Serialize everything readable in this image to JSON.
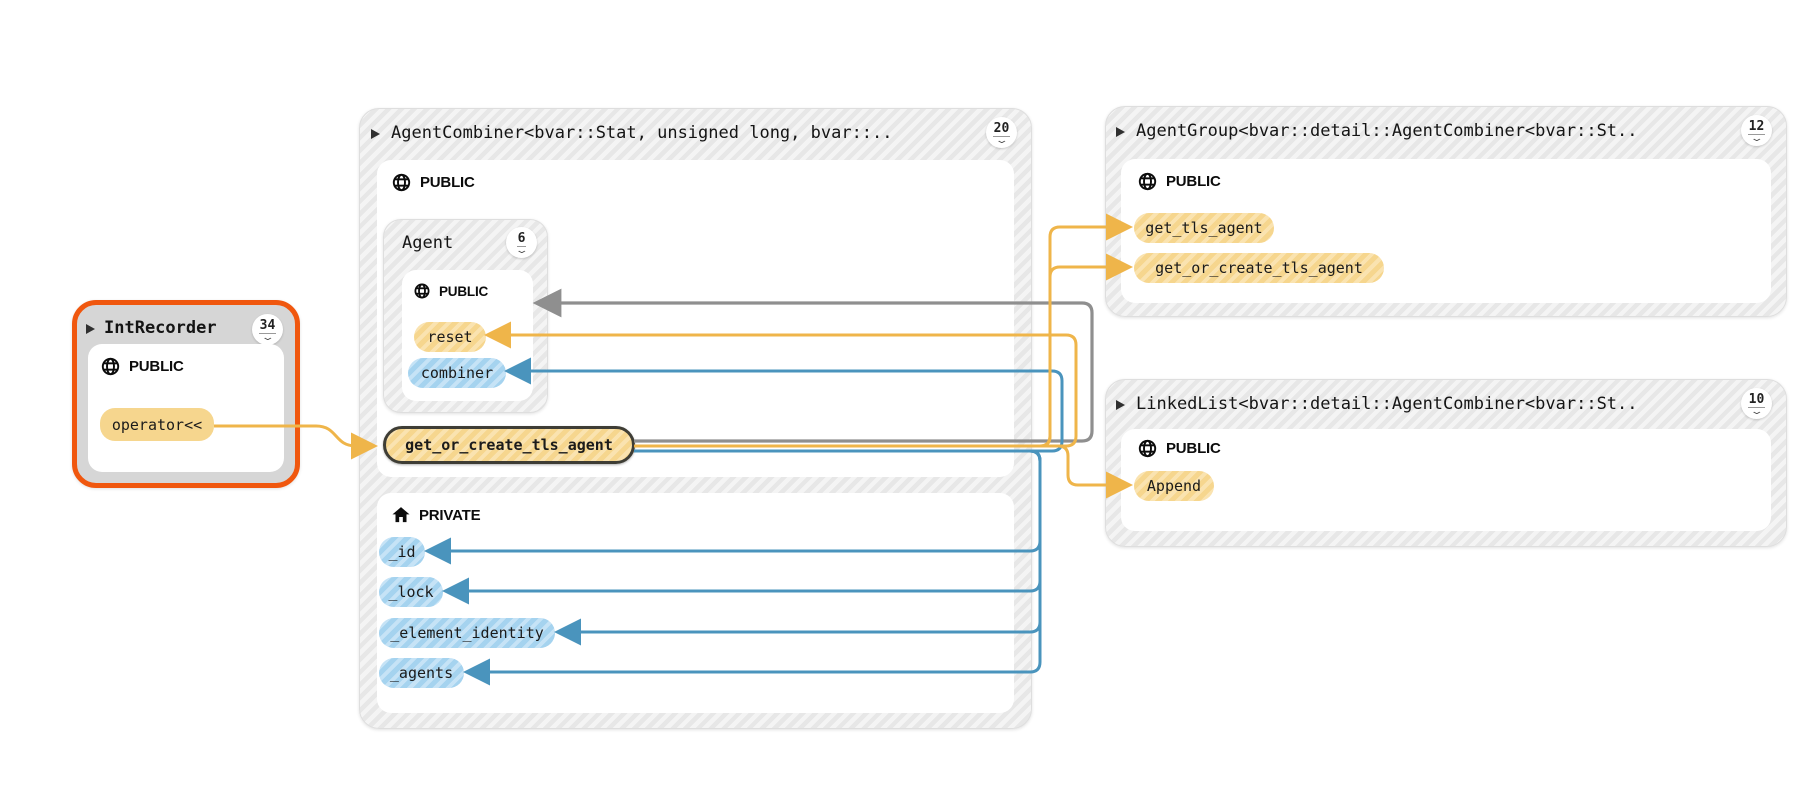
{
  "colors": {
    "edge-yellow": "#efb54a",
    "edge-blue": "#4a94bd",
    "edge-gray": "#8f8f8f",
    "selection-orange": "#f0570e",
    "pill-yellow": "#f6d68e",
    "pill-yellow-stripe": "#fae3b0",
    "pill-blue": "#a5d3ef",
    "pill-blue-stripe": "#c6e3f6",
    "box-fill": "#e7e7e7",
    "box-stripe": "#f4f4f4",
    "header-solid": "#d6d6d6",
    "pill-border-dark": "#3e3d35"
  },
  "nodes": {
    "int_recorder": {
      "title": "IntRecorder",
      "count": "34",
      "sections": {
        "public": {
          "label": "PUBLIC"
        }
      },
      "members": {
        "operator_shift": "operator<<"
      }
    },
    "agent_combiner": {
      "title": "AgentCombiner<bvar::Stat, unsigned long, bvar::..",
      "count": "20",
      "sections": {
        "public": {
          "label": "PUBLIC"
        },
        "private": {
          "label": "PRIVATE"
        }
      },
      "members": {
        "get_or_create_tls_agent": "get_or_create_tls_agent",
        "id": "_id",
        "lock": "_lock",
        "element_identity": "_element_identity",
        "agents": "_agents"
      }
    },
    "agent": {
      "title": "Agent",
      "count": "6",
      "sections": {
        "public": {
          "label": "PUBLIC"
        }
      },
      "members": {
        "reset": "reset",
        "combiner": "combiner"
      }
    },
    "agent_group": {
      "title": "AgentGroup<bvar::detail::AgentCombiner<bvar::St..",
      "count": "12",
      "sections": {
        "public": {
          "label": "PUBLIC"
        }
      },
      "members": {
        "get_tls_agent": "get_tls_agent",
        "get_or_create_tls_agent": "get_or_create_tls_agent"
      }
    },
    "linked_list": {
      "title": "LinkedList<bvar::detail::AgentCombiner<bvar::St..",
      "count": "10",
      "sections": {
        "public": {
          "label": "PUBLIC"
        }
      },
      "members": {
        "append": "Append"
      }
    }
  },
  "edges": [
    {
      "from": "IntRecorder::operator<<",
      "to": "AgentCombiner::get_or_create_tls_agent",
      "color": "yellow"
    },
    {
      "from": "AgentCombiner::get_or_create_tls_agent",
      "to": "AgentCombiner::Agent",
      "color": "gray"
    },
    {
      "from": "AgentCombiner::get_or_create_tls_agent",
      "to": "Agent::reset",
      "color": "yellow"
    },
    {
      "from": "AgentCombiner::get_or_create_tls_agent",
      "to": "Agent::combiner",
      "color": "blue"
    },
    {
      "from": "AgentCombiner::get_or_create_tls_agent",
      "to": "AgentGroup::get_tls_agent",
      "color": "yellow"
    },
    {
      "from": "AgentCombiner::get_or_create_tls_agent",
      "to": "AgentGroup::get_or_create_tls_agent",
      "color": "yellow"
    },
    {
      "from": "AgentCombiner::get_or_create_tls_agent",
      "to": "LinkedList::Append",
      "color": "yellow"
    },
    {
      "from": "AgentCombiner::get_or_create_tls_agent",
      "to": "AgentCombiner::_id",
      "color": "blue"
    },
    {
      "from": "AgentCombiner::get_or_create_tls_agent",
      "to": "AgentCombiner::_lock",
      "color": "blue"
    },
    {
      "from": "AgentCombiner::get_or_create_tls_agent",
      "to": "AgentCombiner::_element_identity",
      "color": "blue"
    },
    {
      "from": "AgentCombiner::get_or_create_tls_agent",
      "to": "AgentCombiner::_agents",
      "color": "blue"
    }
  ]
}
